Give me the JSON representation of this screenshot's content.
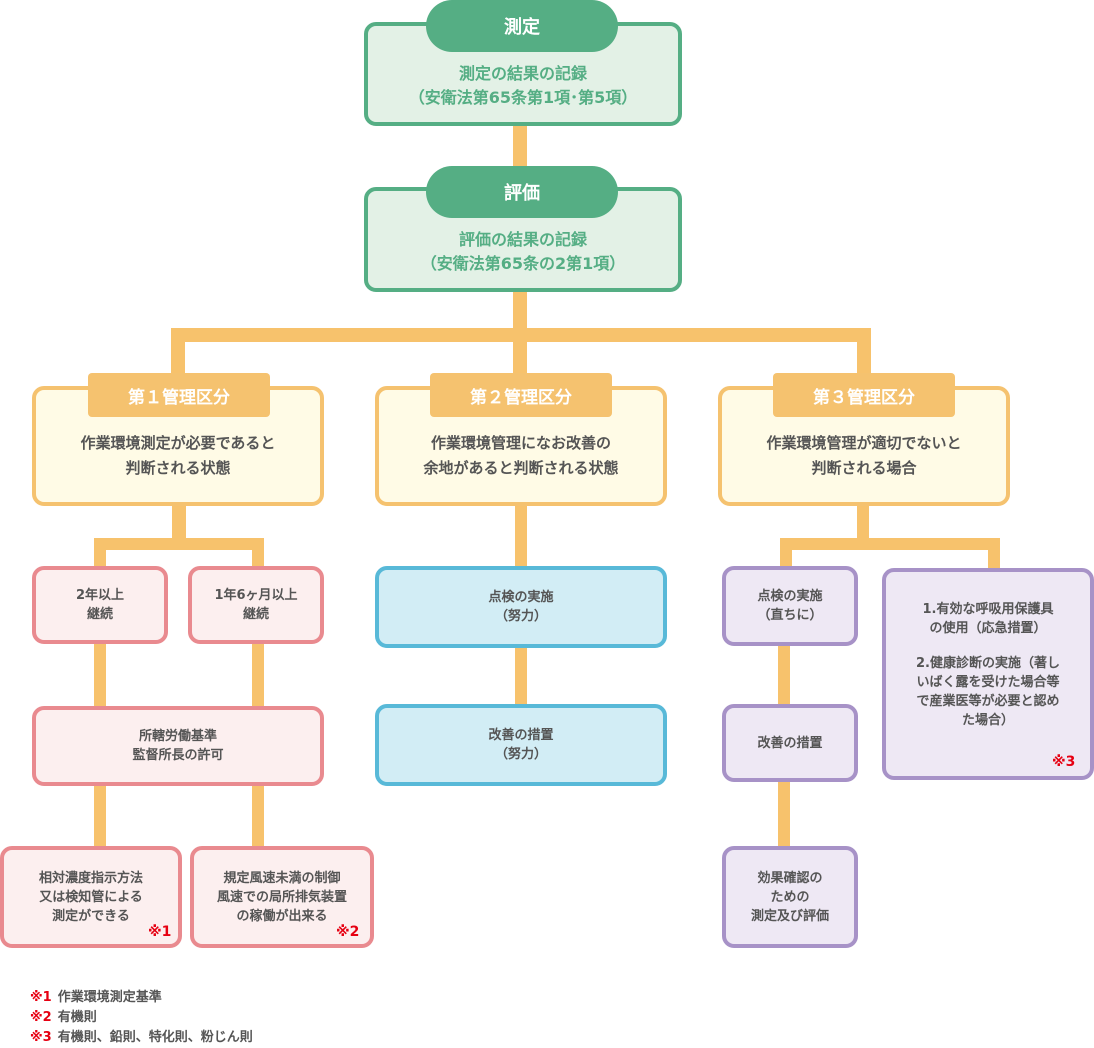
{
  "measurement": {
    "pill": "測定",
    "lines": [
      "測定の結果の記録",
      "（安衛法第65条第1項･第5項）"
    ]
  },
  "evaluation": {
    "pill": "評価",
    "lines": [
      "評価の結果の記録",
      "（安衛法第65条の2第1項）"
    ]
  },
  "class1": {
    "tab": "第１管理区分",
    "lines": [
      "作業環境測定が必要であると",
      "判断される状態"
    ],
    "continued_2y": [
      "2年以上",
      "継続"
    ],
    "continued_1y6m": [
      "1年6ヶ月以上",
      "継続"
    ],
    "permission": [
      "所轄労働基準",
      "監督所長の許可"
    ],
    "outcome_a": [
      "相対濃度指示方法",
      "又は検知管による",
      "測定ができる"
    ],
    "outcome_a_mark": "※1",
    "outcome_b": [
      "規定風速未満の制御",
      "風速での局所排気装置",
      "の稼働が出来る"
    ],
    "outcome_b_mark": "※2"
  },
  "class2": {
    "tab": "第２管理区分",
    "lines": [
      "作業環境管理になお改善の",
      "余地があると判断される状態"
    ],
    "inspection": [
      "点検の実施",
      "（努力）"
    ],
    "improvement": [
      "改善の措置",
      "（努力）"
    ]
  },
  "class3": {
    "tab": "第３管理区分",
    "lines": [
      "作業環境管理が適切でないと",
      "判断される場合"
    ],
    "inspection": [
      "点検の実施",
      "（直ちに）"
    ],
    "improvement": [
      "改善の措置"
    ],
    "confirmation": [
      "効果確認の",
      "ための",
      "測定及び評価"
    ],
    "measures_1": [
      "1.有効な呼吸用保護具",
      "の使用（応急措置）"
    ],
    "measures_2": [
      "2.健康診断の実施（著し",
      "いばく露を受けた場合等",
      "で産業医等が必要と認め",
      "た場合）"
    ],
    "measures_mark": "※3"
  },
  "notes": [
    {
      "mark": "※1",
      "text": "作業環境測定基準"
    },
    {
      "mark": "※2",
      "text": "有機則"
    },
    {
      "mark": "※3",
      "text": "有機則、鉛則、特化則、粉じん則"
    }
  ],
  "colors": {
    "connector": "#f7c26c",
    "green": "#55ae84",
    "yellow": "#f5c26f",
    "pink": "#e98a8f",
    "blue": "#58b9d8",
    "purple": "#a792c7",
    "mark_red": "#e60012"
  }
}
